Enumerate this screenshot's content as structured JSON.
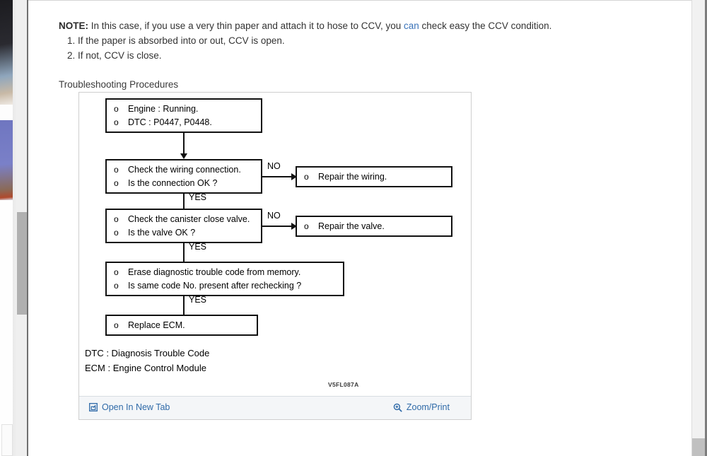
{
  "note": {
    "label": "NOTE:",
    "text_before": " In this case, if you use a very thin paper and attach it to hose to CCV, you ",
    "link": "can",
    "text_after": " check easy the CCV condition.",
    "items": [
      "1. If the paper is absorbed into or out, CCV is open.",
      "2. If not, CCV is close."
    ]
  },
  "section": {
    "title": "Troubleshooting Procedures"
  },
  "flowchart": {
    "figure_code": "V5FL087A",
    "bullet": "o",
    "nodes": [
      {
        "id": "start",
        "lines": [
          "Engine : Running.",
          "DTC : P0447, P0448."
        ]
      },
      {
        "id": "check-wiring",
        "lines": [
          "Check the wiring connection.",
          "Is the connection OK ?"
        ]
      },
      {
        "id": "repair-wiring",
        "lines": [
          "Repair the wiring."
        ]
      },
      {
        "id": "check-valve",
        "lines": [
          "Check the canister close valve.",
          "Is the valve OK ?"
        ]
      },
      {
        "id": "repair-valve",
        "lines": [
          "Repair the valve."
        ]
      },
      {
        "id": "erase-dtc",
        "lines": [
          "Erase diagnostic trouble code from memory.",
          "Is same code No. present after rechecking ?"
        ]
      },
      {
        "id": "replace-ecm",
        "lines": [
          "Replace ECM."
        ]
      }
    ],
    "edges": [
      {
        "from": "check-wiring",
        "to": "repair-wiring",
        "label": "NO"
      },
      {
        "from": "check-wiring",
        "to": "check-valve",
        "label": "YES"
      },
      {
        "from": "check-valve",
        "to": "repair-valve",
        "label": "NO"
      },
      {
        "from": "check-valve",
        "to": "erase-dtc",
        "label": "YES"
      },
      {
        "from": "erase-dtc",
        "to": "replace-ecm",
        "label": "YES"
      }
    ],
    "legend": [
      "DTC : Diagnosis Trouble Code",
      "ECM : Engine Control Module"
    ]
  },
  "toolbar": {
    "open_new_tab": "Open In New Tab",
    "zoom_print": "Zoom/Print"
  },
  "colors": {
    "link": "#3b73b9",
    "toolbar_link": "#2f6aa8",
    "toolbar_bg": "#f4f6f8",
    "text": "#333333",
    "diagram_stroke": "#111111"
  }
}
